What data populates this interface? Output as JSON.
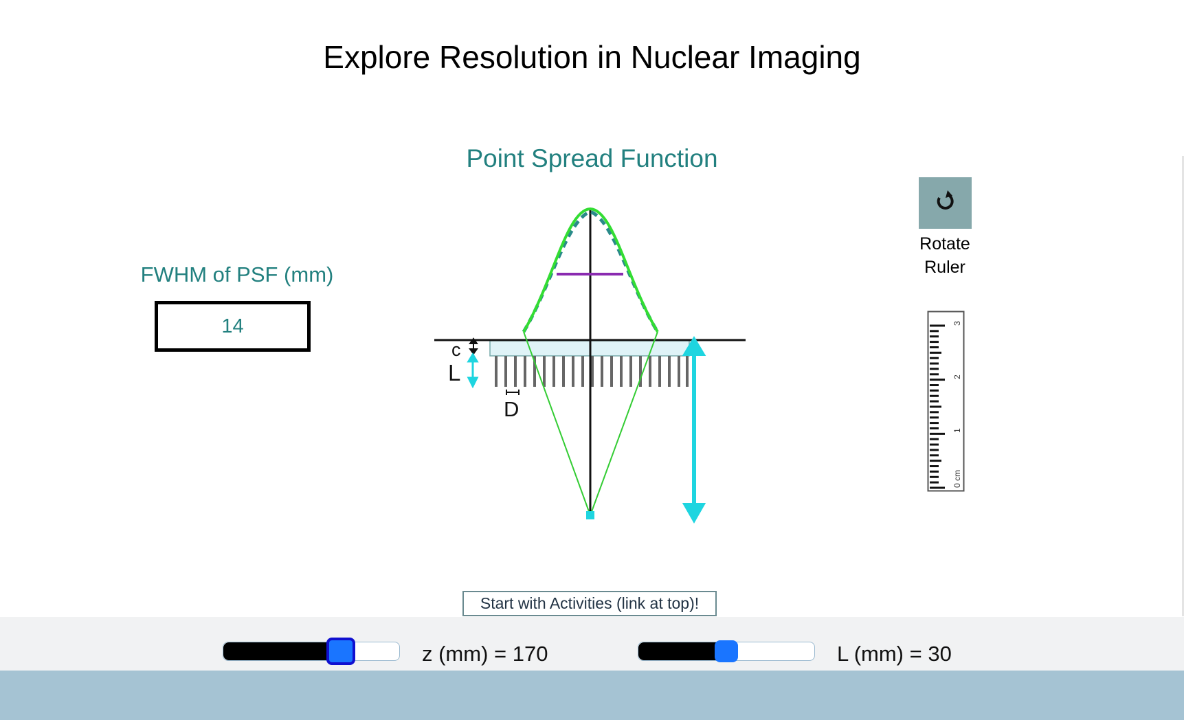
{
  "title": "Explore Resolution in Nuclear Imaging",
  "subtitle": "Point Spread Function",
  "fwhm": {
    "label": "FWHM of PSF (mm)",
    "value": "14"
  },
  "diagram": {
    "label_c": "c",
    "label_L": "L",
    "label_D": "D"
  },
  "rotate": {
    "label_line1": "Rotate",
    "label_line2": "Ruler"
  },
  "ruler": {
    "tick_labels": [
      "0 cm",
      "1",
      "2",
      "3"
    ]
  },
  "activities": {
    "label": "Start with Activities (link at top)!"
  },
  "sliders": [
    {
      "label": "z (mm) = 170",
      "fraction": 0.7
    },
    {
      "label": "L (mm) = 30",
      "fraction": 0.5
    }
  ],
  "colors": {
    "teal": "#22807f",
    "cyan": "#1ed5e0",
    "green": "#33dd33",
    "purple": "#8a2bb0",
    "slider_thumb": "#1a75ff"
  },
  "icons": {
    "rotate": "clockwise-arrow-icon"
  }
}
